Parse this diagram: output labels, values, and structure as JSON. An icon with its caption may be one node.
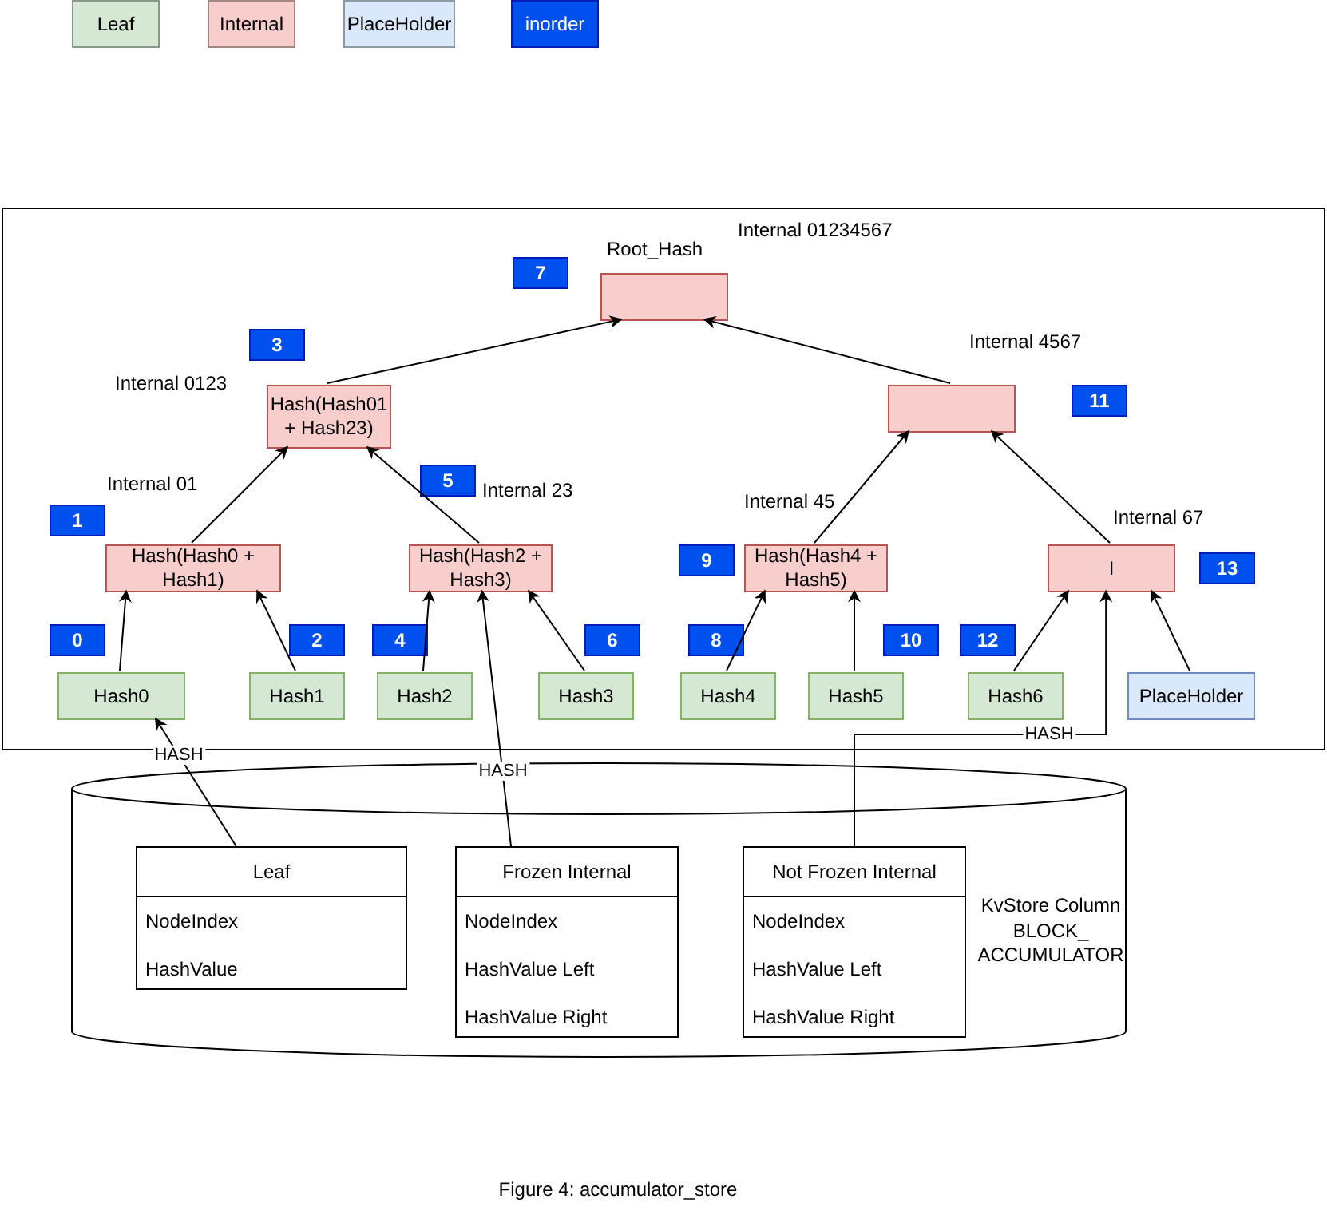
{
  "diagram": {
    "caption": "Figure 4: accumulator_store",
    "nodes": [
      {
        "text": [],
        "shape": "box"
      },
      {
        "text": [],
        "shape": "box",
        "in": 0,
        "beside": [
          "Root_Hash",
          "Internal 01234567"
        ]
      },
      {
        "text": [
          "Hash(Hash01 + Hash23)"
        ],
        "in": 0,
        "beside": [
          "Internal 0123"
        ]
      },
      {
        "text": [],
        "shape": "box",
        "in": 0,
        "beside": [
          "Internal 4567"
        ]
      },
      {
        "text": [
          "Hash(Hash0 + Hash1)"
        ],
        "in": 0
      },
      {
        "text": [
          "Hash(Hash2 + Hash3)"
        ],
        "in": 0
      },
      {
        "text": [
          "Hash(Hash4 + Hash5)"
        ],
        "in": 0,
        "beside": [
          "Internal 45"
        ]
      },
      {
        "text": [
          "I"
        ],
        "in": 0,
        "beside": [
          "Internal 67"
        ]
      },
      {
        "text": [
          "Hash0"
        ],
        "in": 0
      },
      {
        "text": [
          "Hash1"
        ],
        "in": 0
      },
      {
        "text": [
          "Hash2"
        ],
        "in": 0
      },
      {
        "text": [
          "Hash3"
        ],
        "in": 0
      },
      {
        "text": [
          "Hash4"
        ],
        "in": 0
      },
      {
        "text": [
          "Hash5"
        ],
        "in": 0
      },
      {
        "text": [
          "Hash6"
        ],
        "in": 0
      },
      {
        "text": [
          "PlaceHolder"
        ],
        "in": 0
      },
      {
        "text": [
          "0"
        ],
        "in": 0
      },
      {
        "text": [
          "1"
        ],
        "in": 0
      },
      {
        "text": [
          "2"
        ],
        "in": 0
      },
      {
        "text": [
          "3"
        ],
        "in": 0
      },
      {
        "text": [
          "4"
        ],
        "in": 0
      },
      {
        "text": [
          "5"
        ],
        "in": 0
      },
      {
        "text": [
          "6"
        ],
        "in": 0
      },
      {
        "text": [
          "7"
        ],
        "in": 0
      },
      {
        "text": [
          "8"
        ],
        "in": 0
      },
      {
        "text": [
          "9"
        ],
        "in": 0
      },
      {
        "text": [
          "10"
        ],
        "in": 0
      },
      {
        "text": [
          "11"
        ],
        "in": 0
      },
      {
        "text": [
          "12"
        ],
        "in": 0
      },
      {
        "text": [
          "13"
        ],
        "in": 0
      },
      {
        "text": [
          "KvStore Column BLOCK_ ACCUMULATOR"
        ]
      },
      {
        "text": [
          "Leaf",
          "NodeIndex",
          "HashValue"
        ],
        "in": 30
      },
      {
        "text": [
          "Frozen Internal",
          "NodeIndex",
          "HashValue Left",
          "HashValue Right"
        ],
        "in": 30
      },
      {
        "text": [
          "Not Frozen Internal",
          "NodeIndex",
          "HashValue Left",
          "HashValue Right"
        ],
        "in": 30
      }
    ],
    "edges": [
      {
        "from": 8,
        "to": 4,
        "arrow": "to"
      },
      {
        "from": 9,
        "to": 4,
        "arrow": "to"
      },
      {
        "from": 10,
        "to": 5,
        "arrow": "to"
      },
      {
        "from": 11,
        "to": 5,
        "arrow": "to"
      },
      {
        "from": 12,
        "to": 6,
        "arrow": "to"
      },
      {
        "from": 13,
        "to": 6,
        "arrow": "to"
      },
      {
        "from": 14,
        "to": 7,
        "arrow": "to"
      },
      {
        "from": 15,
        "to": 7,
        "arrow": "to"
      },
      {
        "from": 4,
        "to": 2,
        "arrow": "to"
      },
      {
        "from": 5,
        "to": 2,
        "arrow": "to"
      },
      {
        "from": 6,
        "to": 3,
        "arrow": "to"
      },
      {
        "from": 7,
        "to": 3,
        "arrow": "to"
      },
      {
        "from": 2,
        "to": 1,
        "arrow": "to"
      },
      {
        "from": 3,
        "to": 1,
        "arrow": "to"
      },
      {
        "from": 31,
        "to": 8,
        "arrow": "to",
        "label": "HASH"
      },
      {
        "from": 32,
        "to": 5,
        "arrow": "to",
        "label": "HASH"
      },
      {
        "from": 33,
        "to": 7,
        "arrow": "to",
        "label": "HASH"
      }
    ],
    "labels": [
      "Internal 01",
      "Internal 23"
    ],
    "legend": [
      {
        "text": "Leaf",
        "color": "#d5e8d4"
      },
      {
        "text": "Internal",
        "color": "#f8cecc"
      },
      {
        "text": "PlaceHolder",
        "color": "#dae8fc"
      },
      {
        "text": "inorder",
        "color": "#0050ef"
      }
    ]
  }
}
